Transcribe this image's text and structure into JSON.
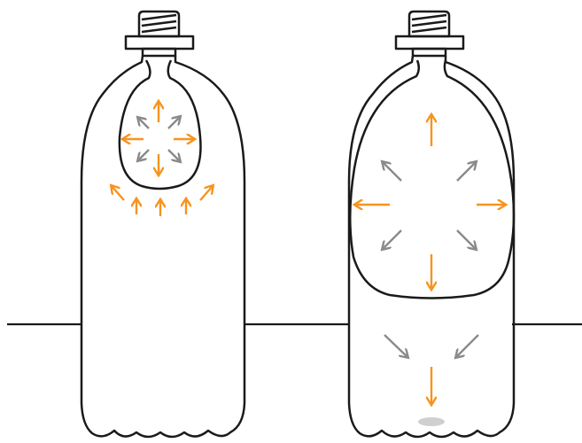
{
  "colors": {
    "outline": "#1a1a1a",
    "orange_arrow": "#f7931e",
    "gray_arrow": "#8a8a8a",
    "water_drop": "#cfcfcf",
    "background": "#ffffff"
  },
  "bottles": [
    {
      "id": "left",
      "balloon": "small-inflated-in-neck"
    },
    {
      "id": "right",
      "balloon": "large-inflated-in-body"
    }
  ]
}
